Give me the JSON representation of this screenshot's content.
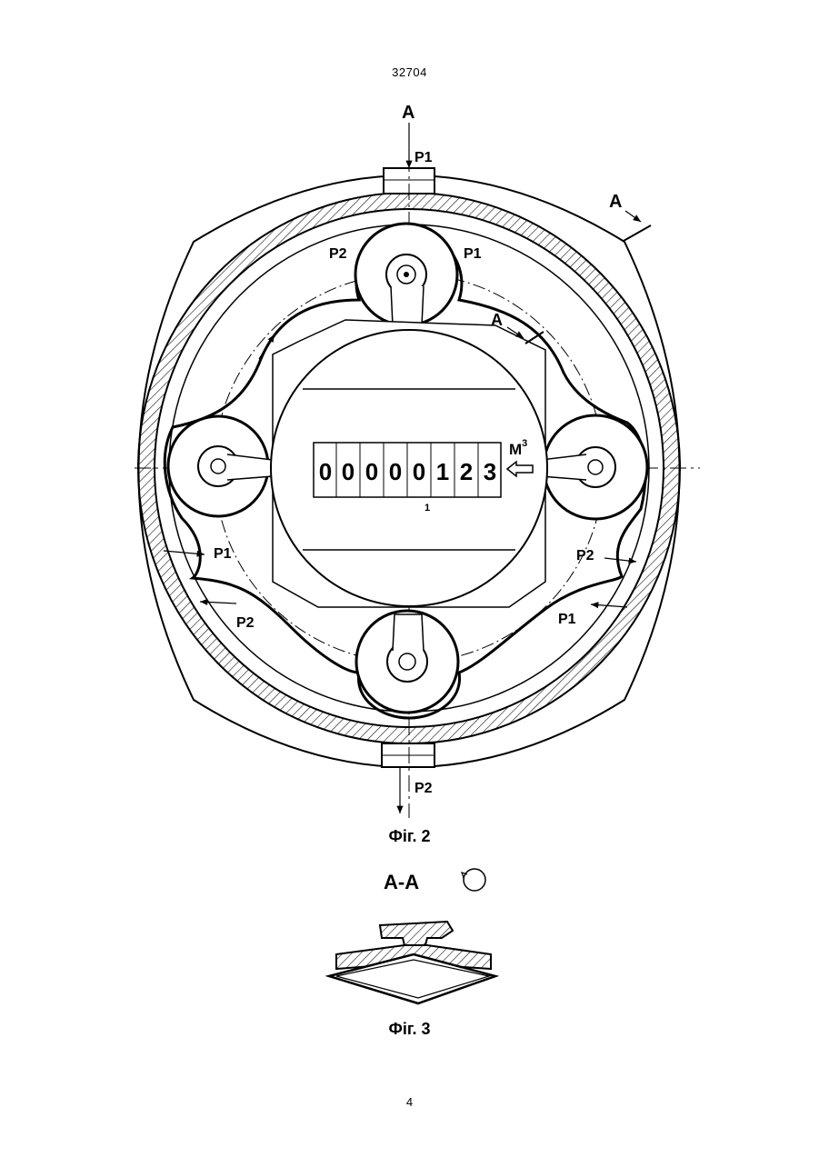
{
  "header": {
    "document_number": "32704"
  },
  "footer": {
    "page_number": "4"
  },
  "figure2": {
    "caption": "Фіг. 2",
    "section_marker": "A",
    "pressure_labels": {
      "p1": "P1",
      "p2": "P2"
    },
    "counter": {
      "digits": [
        "0",
        "0",
        "0",
        "0",
        "0",
        "1",
        "2",
        "3"
      ],
      "unit_base": "M",
      "unit_exponent": "3",
      "pointer_mark": "1"
    }
  },
  "figure3": {
    "caption": "Фіг. 3",
    "section_title": "A-A"
  },
  "colors": {
    "ink": "#000000",
    "paper": "#ffffff",
    "hatch": "#222222"
  }
}
